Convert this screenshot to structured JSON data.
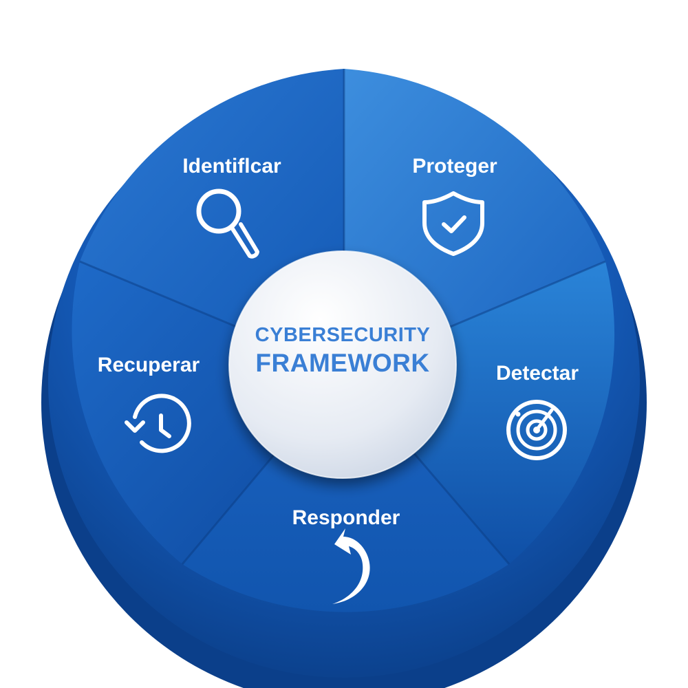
{
  "diagram": {
    "center": {
      "line1": "CYBERSECURITY",
      "line2": "FRAMEWORK"
    },
    "segments": [
      {
        "id": "identificar",
        "label": "Identiflcar",
        "icon": "magnifier-icon"
      },
      {
        "id": "proteger",
        "label": "Proteger",
        "icon": "shield-check-icon"
      },
      {
        "id": "detectar",
        "label": "Detectar",
        "icon": "radar-icon"
      },
      {
        "id": "responder",
        "label": "Responder",
        "icon": "curved-arrow-icon"
      },
      {
        "id": "recuperar",
        "label": "Recuperar",
        "icon": "history-clock-icon"
      }
    ],
    "colors": {
      "segment_dark": "#0d4a9e",
      "segment_mid": "#1763c2",
      "segment_light": "#3f8ddc",
      "center_text": "#3a7fd5",
      "center_fill": "#e9eef6"
    }
  }
}
